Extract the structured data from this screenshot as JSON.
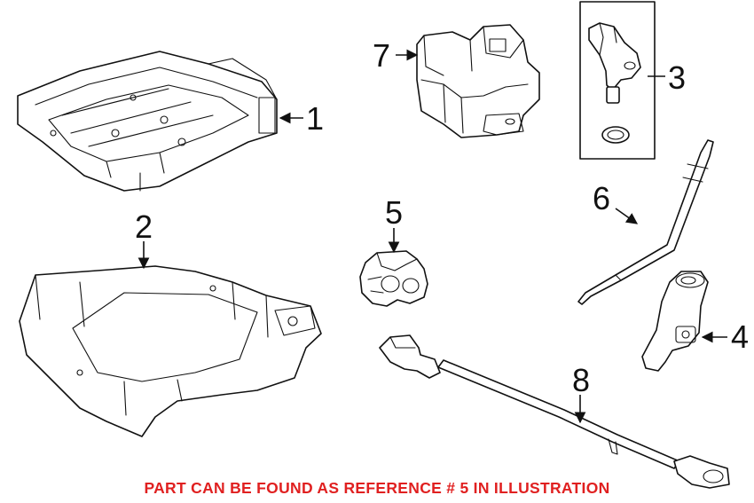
{
  "callouts": {
    "c1": "1",
    "c2": "2",
    "c3": "3",
    "c4": "4",
    "c5": "5",
    "c6": "6",
    "c7": "7",
    "c8": "8"
  },
  "notice": {
    "text": "PART CAN BE FOUND AS REFERENCE # 5 IN ILLUSTRATION",
    "color": "#e02020"
  }
}
